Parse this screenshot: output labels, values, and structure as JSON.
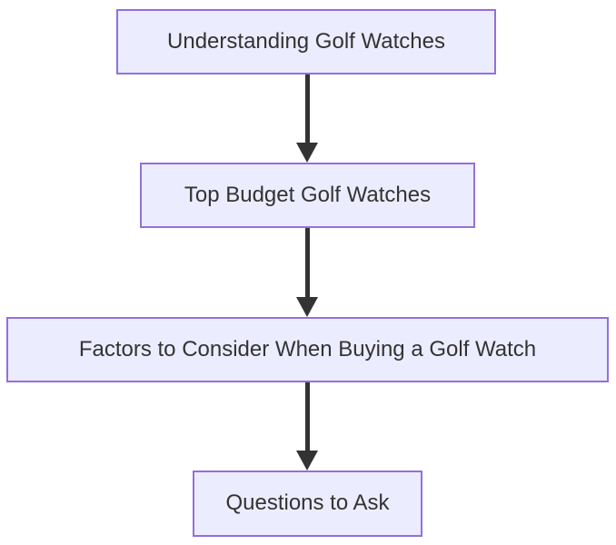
{
  "diagram": {
    "type": "flowchart",
    "direction": "top-down",
    "nodes": [
      {
        "id": "node-1",
        "label": "Understanding Golf Watches"
      },
      {
        "id": "node-2",
        "label": "Top Budget Golf Watches"
      },
      {
        "id": "node-3",
        "label": "Factors to Consider When Buying a Golf Watch"
      },
      {
        "id": "node-4",
        "label": "Questions to Ask"
      }
    ],
    "edges": [
      {
        "from": "node-1",
        "to": "node-2",
        "style": "arrow-down"
      },
      {
        "from": "node-2",
        "to": "node-3",
        "style": "arrow-down"
      },
      {
        "from": "node-3",
        "to": "node-4",
        "style": "arrow-down"
      }
    ],
    "colors": {
      "node_fill": "#ECECFF",
      "node_border": "#9370DB",
      "arrow": "#333333",
      "text": "#333333",
      "background": "#FFFFFF"
    }
  }
}
